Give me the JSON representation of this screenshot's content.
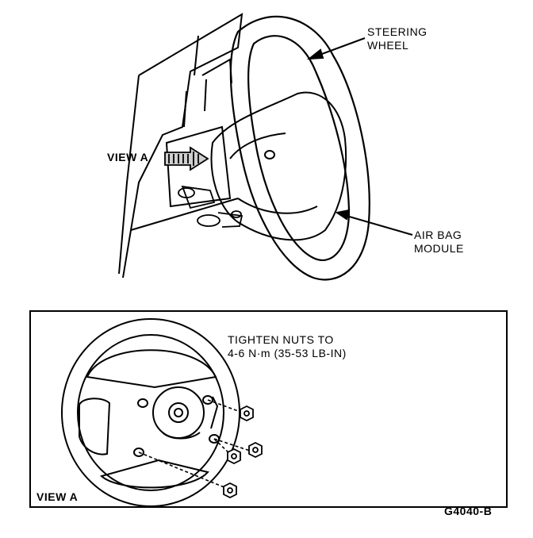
{
  "callouts": {
    "steering_wheel": [
      "STEERING",
      "WHEEL"
    ],
    "air_bag_module": [
      "AIR BAG",
      "MODULE"
    ],
    "view_a_arrow": "VIEW A",
    "torque_note": [
      "TIGHTEN NUTS TO",
      "4-6 N·m (35-53 LB-IN)"
    ],
    "view_a_box": "VIEW A",
    "figure_code": "G4040-B"
  },
  "colors": {
    "ink": "#000000",
    "paper": "#ffffff",
    "shade": "#cfcfcf"
  }
}
